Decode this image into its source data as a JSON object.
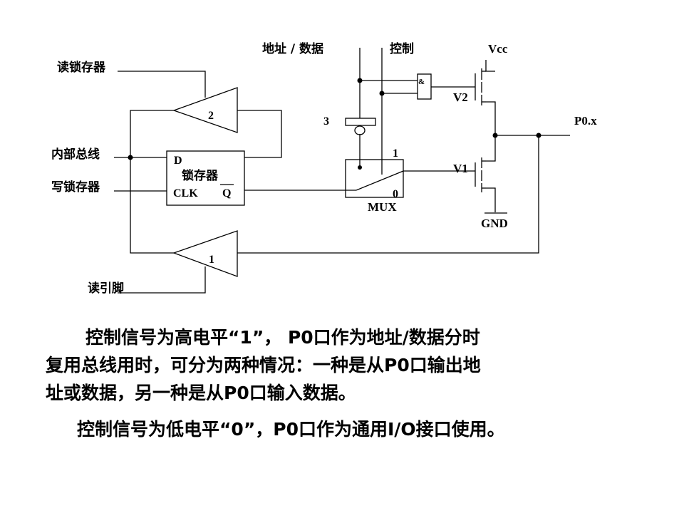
{
  "diagram": {
    "labels": {
      "read_latch": "读锁存器",
      "internal_bus": "内部总线",
      "write_latch": "写锁存器",
      "read_pin": "读引脚",
      "address_data": "地址 / 数据",
      "control": "控制",
      "vcc": "Vcc",
      "gnd": "GND",
      "port": "P0.x",
      "v1": "V1",
      "v2": "V2",
      "mux": "MUX",
      "mux_in1": "1",
      "mux_in0": "0",
      "switch3": "3",
      "buffer1": "1",
      "buffer2": "2",
      "and_gate": "&",
      "latch_d": "D",
      "latch_name": "锁存器",
      "latch_clk": "CLK",
      "latch_q": "Q"
    }
  },
  "text": {
    "para1_line1": "控制信号为高电平“1”， P0口作为地址/数据分时",
    "para1_line2": "复用总线用时，可分为两种情况：一种是从P0口输出地",
    "para1_line3": "址或数据，另一种是从P0口输入数据。",
    "para2": "控制信号为低电平“0”，P0口作为通用I/O接口使用。"
  }
}
